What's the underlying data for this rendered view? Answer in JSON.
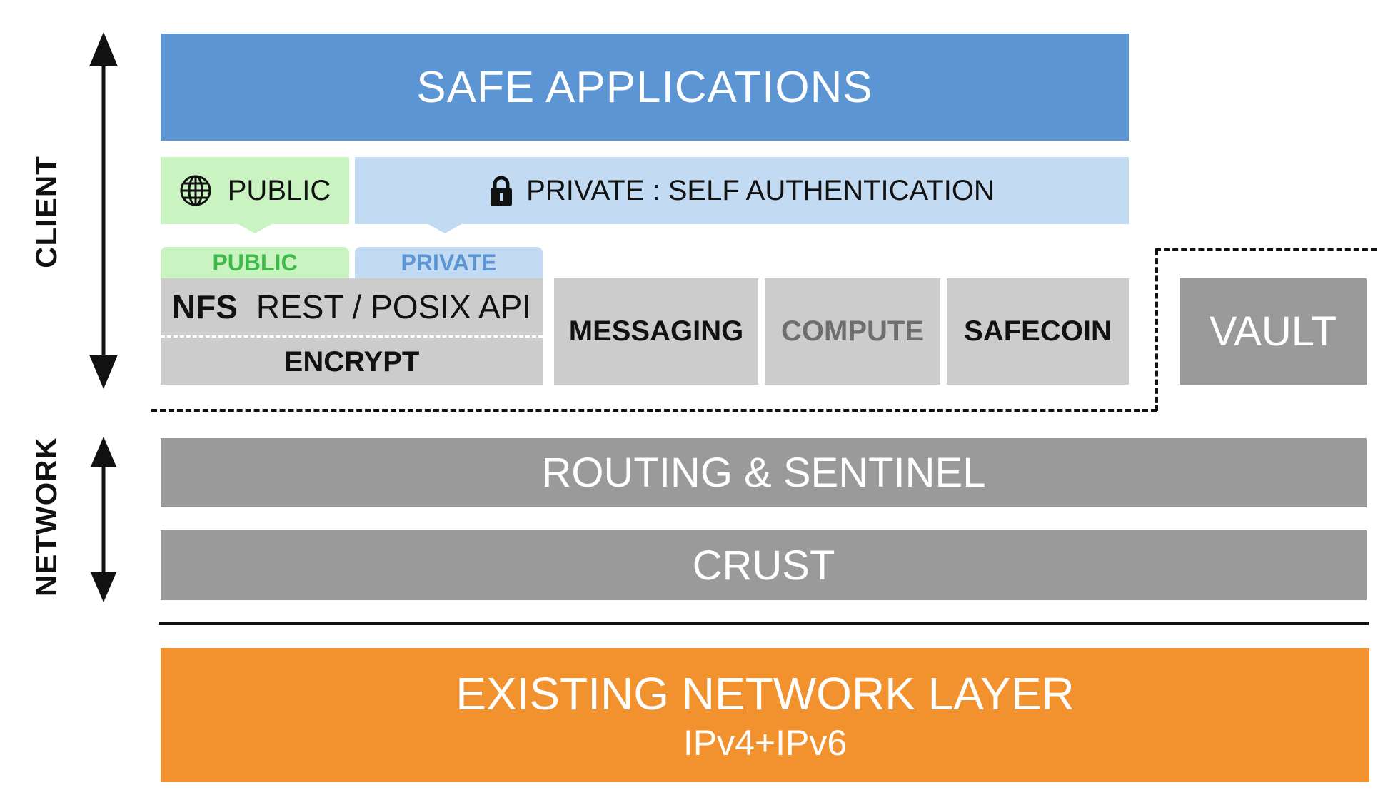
{
  "side_labels": {
    "client": "CLIENT",
    "network": "NETWORK"
  },
  "layers": {
    "safe_applications": "SAFE APPLICATIONS",
    "public": "PUBLIC",
    "private_auth": "PRIVATE : SELF AUTHENTICATION",
    "tab_public": "PUBLIC",
    "tab_private": "PRIVATE",
    "nfs": "NFS",
    "rest_posix": "REST / POSIX API",
    "encrypt": "ENCRYPT",
    "messaging": "MESSAGING",
    "compute": "COMPUTE",
    "safecoin": "SAFECOIN",
    "vault": "VAULT",
    "routing": "ROUTING & SENTINEL",
    "crust": "CRUST",
    "existing_network": "EXISTING NETWORK LAYER",
    "ip_versions": "IPv4+IPv6"
  },
  "icons": {
    "public": "globe-icon",
    "private": "lock-icon"
  },
  "colors": {
    "blue": "#5b95d4",
    "light_blue": "#c2dbf3",
    "light_green": "#c9f3c0",
    "green_text": "#3fb94a",
    "blue_text": "#5b95d4",
    "light_gray": "#cccccc",
    "mid_gray": "#9a9a9a",
    "orange": "#f2922e"
  }
}
